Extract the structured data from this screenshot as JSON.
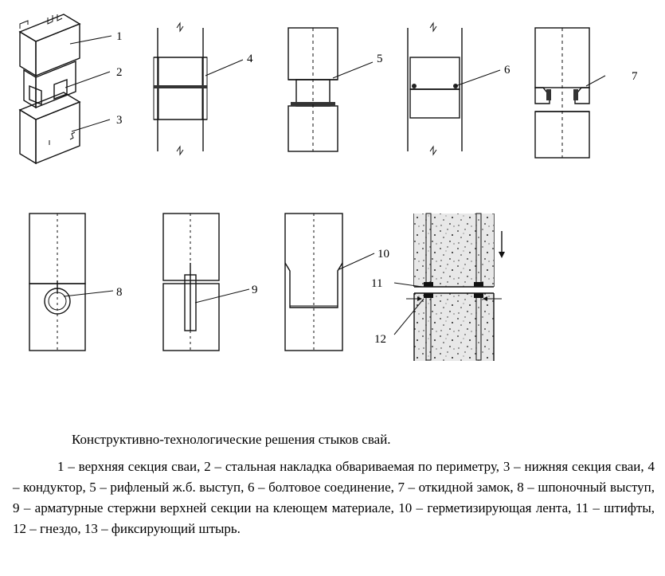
{
  "labels": [
    "1",
    "2",
    "3",
    "4",
    "5",
    "6",
    "7",
    "8",
    "9",
    "10",
    "11",
    "12"
  ],
  "caption": {
    "title": "Конструктивно-технологические решения стыков свай.",
    "body": "1 – верхняя секция сваи, 2 – стальная накладка обвариваемая по периметру, 3 – нижняя секция сваи, 4 – кондуктор, 5 – рифленый ж.б. выступ, 6 – болтовое соединение, 7 – откидной замок, 8 – шпоночный выступ, 9 – арматурные стержни верхней секции на клеющем материале, 10 – герметизирующая лента, 11 – штифты, 12 – гнездо, 13 – фиксирующий штырь."
  }
}
